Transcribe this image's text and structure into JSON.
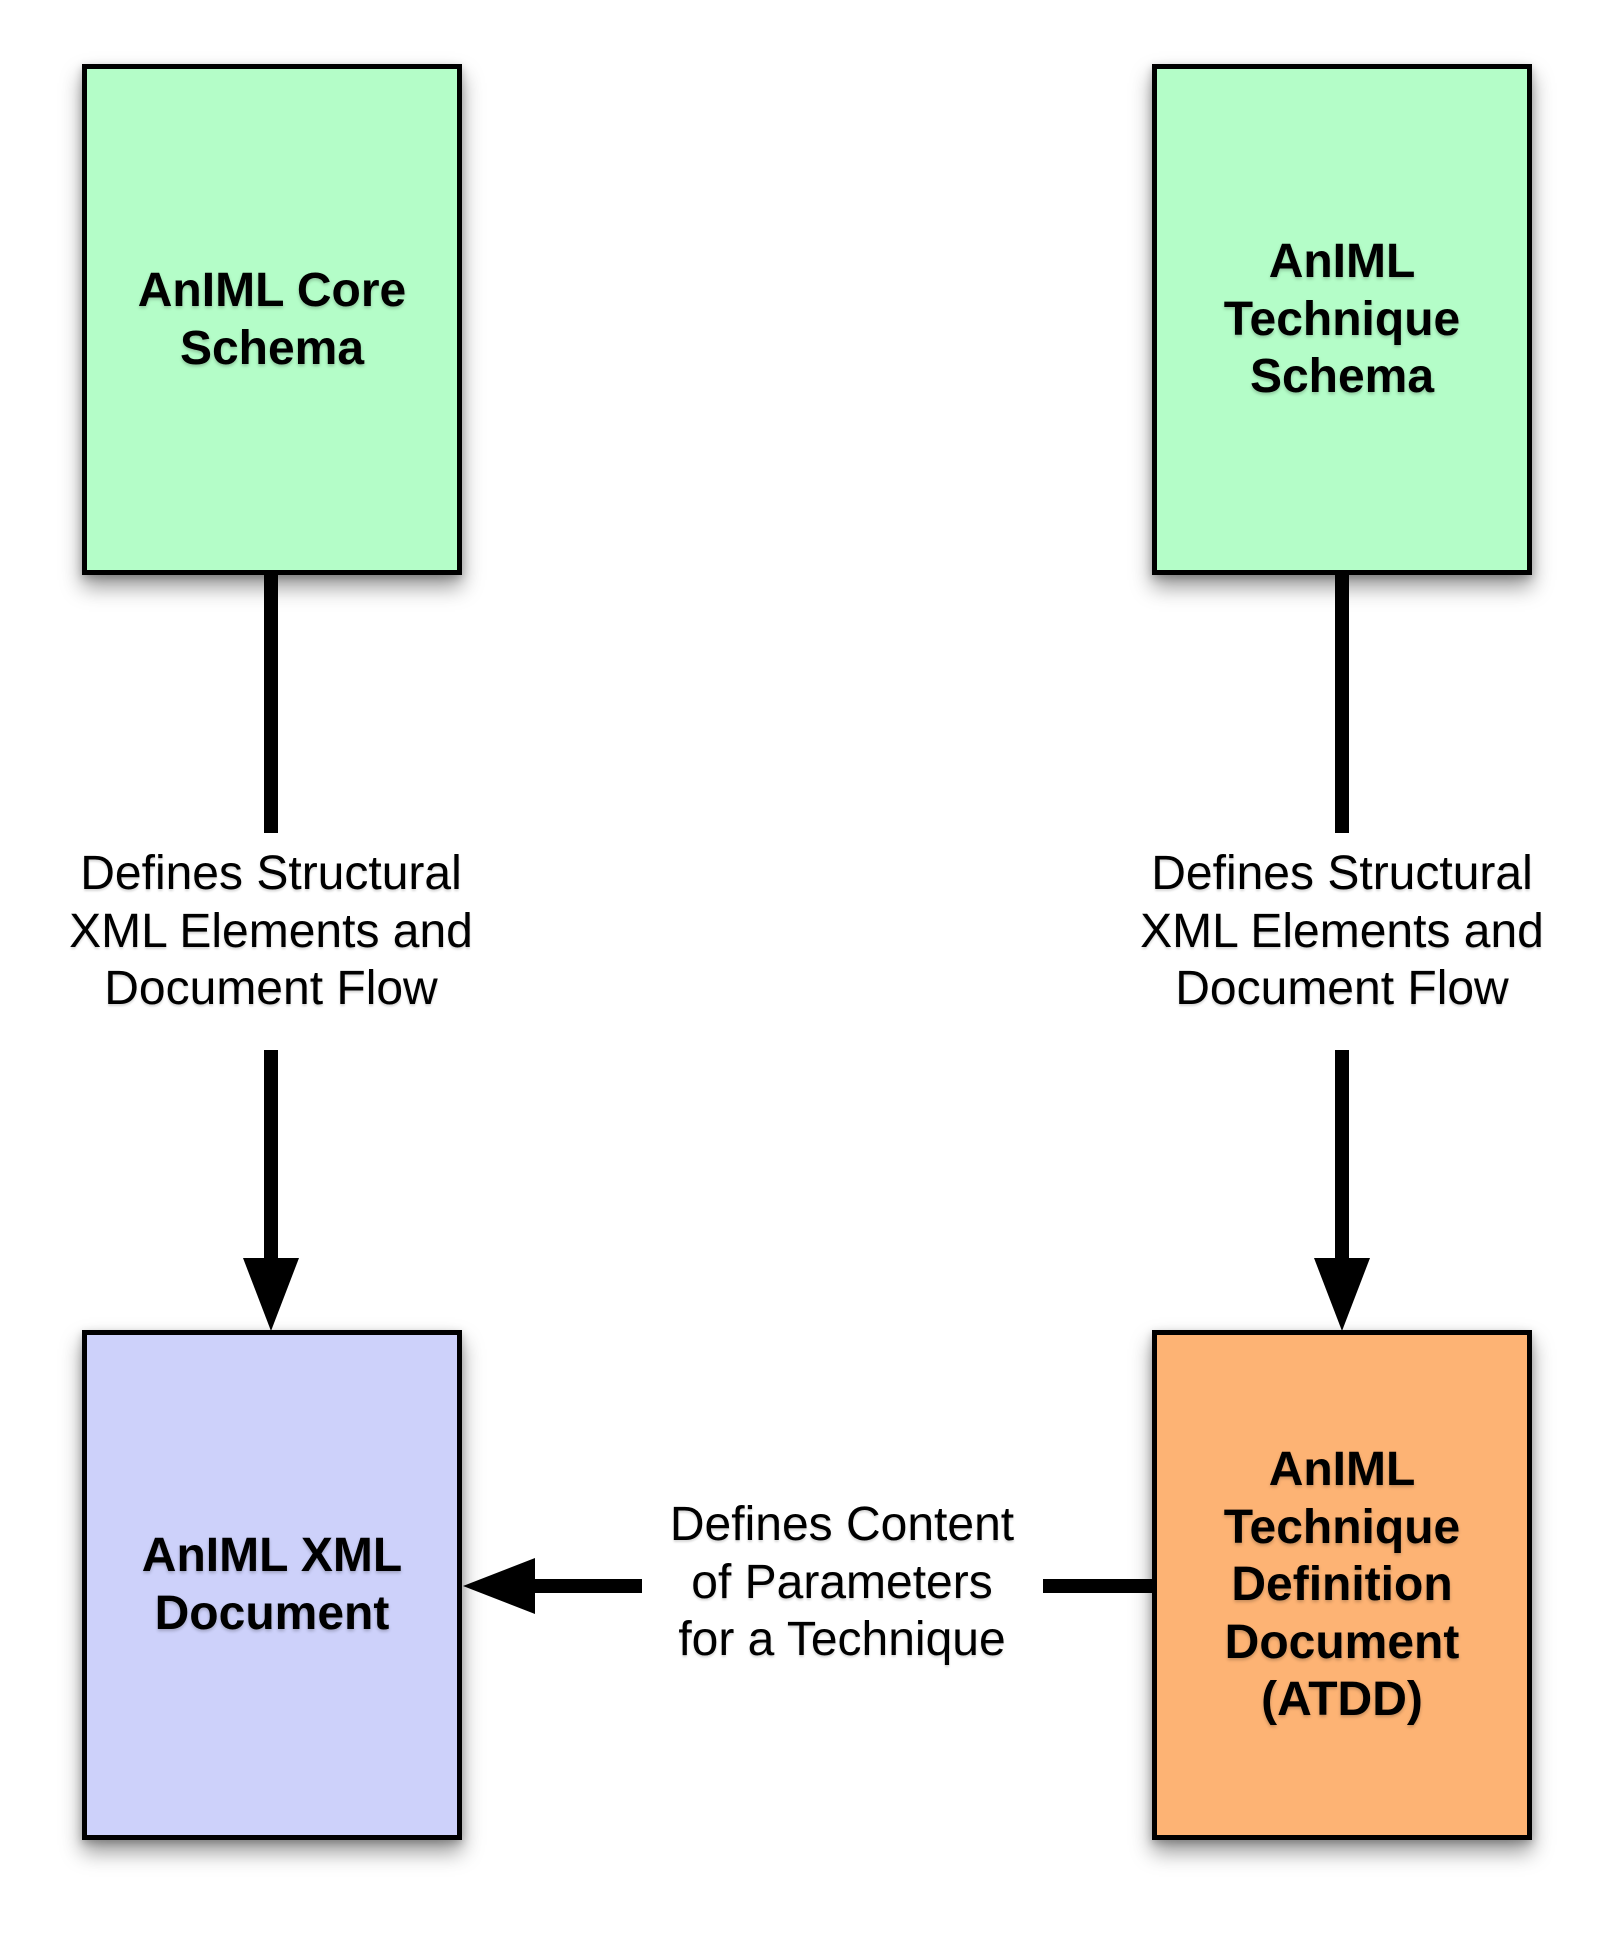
{
  "diagram": {
    "background": "#FFFFFF",
    "boxes": {
      "core_schema": {
        "title": "AnIML Core\nSchema",
        "fill": "#B4FDC8",
        "border": "#000000"
      },
      "technique_schema": {
        "title": "AnIML\nTechnique\nSchema",
        "fill": "#B4FDC8",
        "border": "#000000"
      },
      "xml_document": {
        "title": "AnIML XML\nDocument",
        "fill": "#CDD1FA",
        "border": "#000000"
      },
      "atdd": {
        "title": "AnIML\nTechnique\nDefinition\nDocument\n(ATDD)",
        "fill": "#FDB374",
        "border": "#000000"
      }
    },
    "arrows": {
      "core_to_xml_document": {
        "direction": "down",
        "color": "#000000",
        "label": "Defines Structural\nXML Elements and\nDocument Flow"
      },
      "technique_schema_to_atdd": {
        "direction": "down",
        "color": "#000000",
        "label": "Defines Structural\nXML Elements and\nDocument Flow"
      },
      "atdd_to_xml_document": {
        "direction": "left",
        "color": "#000000",
        "label": "Defines Content\nof Parameters\nfor a Technique"
      }
    }
  }
}
